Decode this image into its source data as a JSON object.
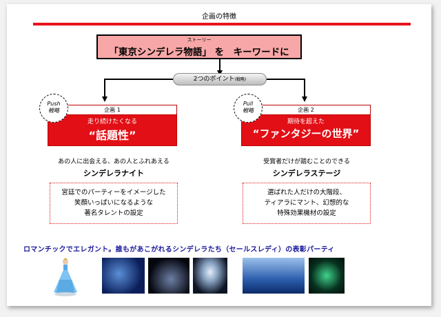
{
  "heading": "企画の特徴",
  "main": {
    "ruby": "ストーリー",
    "title": "「東京シンデレラ物語」 を　キーワードに"
  },
  "points_label": "2つのポイント",
  "points_suffix": "(戦略)",
  "plans": [
    {
      "badge_en": "Push",
      "badge_jp": "戦略",
      "number": "企画 1",
      "subtitle": "走り続けたくなる",
      "headline": "“話題性”",
      "lead": "あの人に出会える、あの人とふれあえる",
      "name": "シンデレラナイト",
      "note": [
        "宮廷でのパーティーをイメージした",
        "笑顔いっぱいになるような",
        "著名タレントの設定"
      ]
    },
    {
      "badge_en": "Pull",
      "badge_jp": "戦略",
      "number": "企画 2",
      "subtitle": "期待を超えた",
      "headline": "“ファンタジーの世界”",
      "lead": "受賞者だけが踏むことのできる",
      "name": "シンデレラステージ",
      "note": [
        "選ばれた人だけの大階段、",
        "ティアラにマント、幻想的な",
        "特殊効果機材の設定"
      ]
    }
  ],
  "tagline": "ロマンチックでエレガント。誰もがあこがれるシンデレラたち（セールスレディ）の表彰パーティ",
  "colors": {
    "accent": "#e20f16",
    "pink": "#f7a7a7",
    "tagline": "#1a1a9c"
  },
  "icons": [
    "cinderella-figure-icon"
  ]
}
